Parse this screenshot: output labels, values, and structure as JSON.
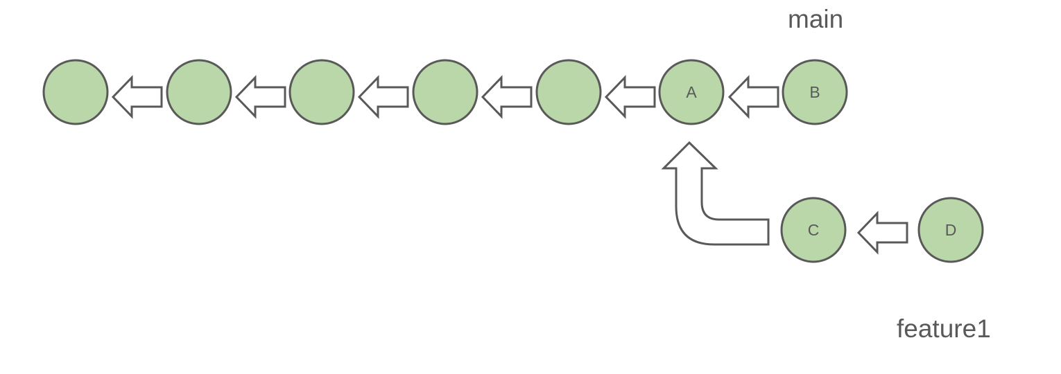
{
  "diagram": {
    "branches": {
      "main": "main",
      "feature": "feature1"
    },
    "nodes": {
      "n1": "",
      "n2": "",
      "n3": "",
      "n4": "",
      "n5": "",
      "A": "A",
      "B": "B",
      "C": "C",
      "D": "D"
    },
    "colors": {
      "node_fill": "#b9d7a8",
      "stroke": "#595959",
      "text": "#595959"
    }
  }
}
